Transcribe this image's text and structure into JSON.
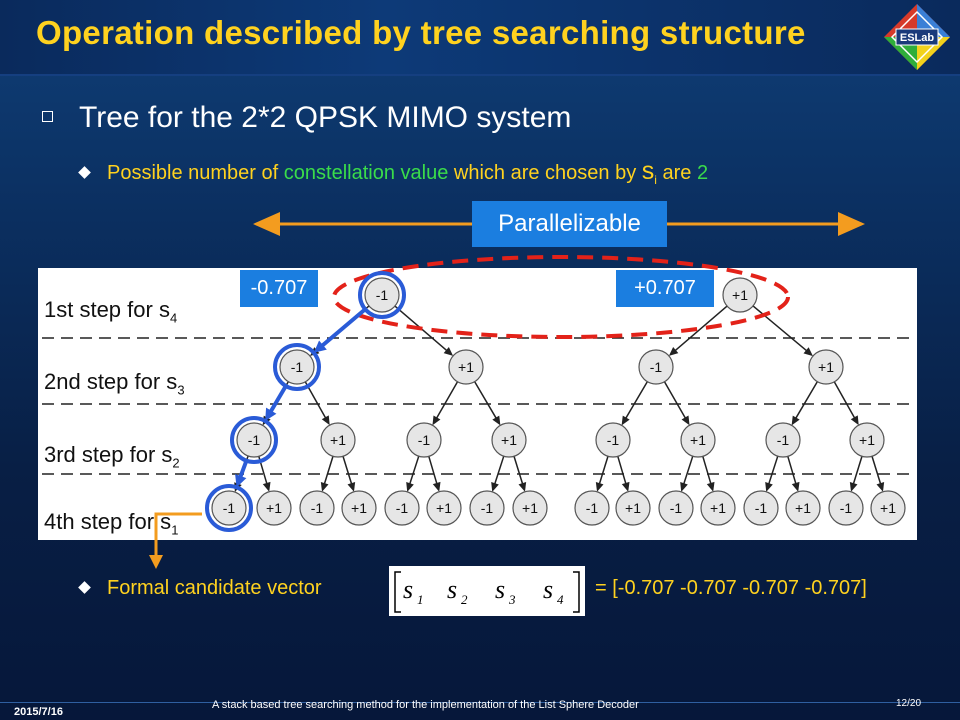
{
  "slide": {
    "title": "Operation described by tree searching structure",
    "logo_text": "ESLab",
    "bullet1": "Tree for the 2*2 QPSK MIMO system",
    "bullet2": {
      "part1": "Possible number of ",
      "highlight": "constellation value",
      "part2": " which are chosen by ",
      "s": "s",
      "sub": "i",
      "part3": " are ",
      "count": "2"
    },
    "parallel_label": "Parallelizable",
    "value_left": "-0.707",
    "value_right": "+0.707",
    "steps": [
      {
        "text": "1st step for s",
        "sub": "4"
      },
      {
        "text": "2nd step for s",
        "sub": "3"
      },
      {
        "text": "3rd step for s",
        "sub": "2"
      },
      {
        "text": "4th step for s",
        "sub": "1"
      }
    ],
    "node_minus": "-1",
    "node_plus": "+1",
    "bullet3": "Formal candidate vector",
    "vector_symbols": [
      "s",
      "s",
      "s",
      "s"
    ],
    "vector_subs": [
      "1",
      "2",
      "3",
      "4"
    ],
    "vector_value": "= [-0.707 -0.707 -0.707 -0.707]",
    "footer_date": "2015/7/16",
    "footer_text": "A stack based tree searching method for  the implementation of the List Sphere Decoder",
    "page": "12/20"
  },
  "colors": {
    "title": "#ffd21f",
    "accent_blue": "#1b7ee0",
    "highlight_green": "#3adc4a",
    "arrow_orange": "#f39c1f",
    "ellipse_red": "#e32219",
    "path_blue": "#2a5bd7"
  }
}
